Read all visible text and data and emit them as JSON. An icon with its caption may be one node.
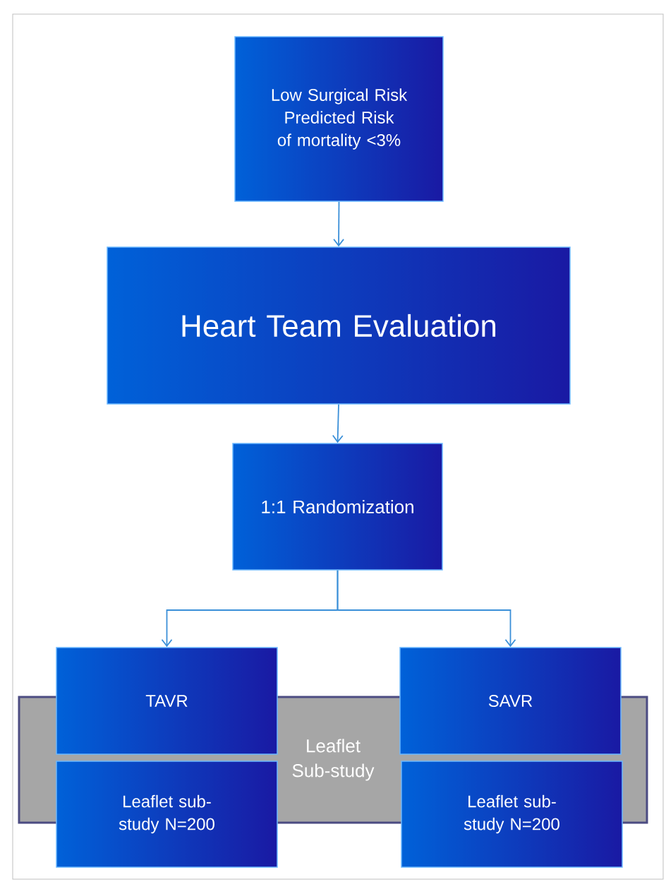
{
  "diagram": {
    "nodes": [
      {
        "text": [
          "Low Surgical Risk Predicted Risk of mortality <3%"
        ]
      },
      {
        "text": [
          "Heart Team Evaluation"
        ]
      },
      {
        "text": [
          "1:1 Randomization"
        ]
      },
      {
        "text": [
          "Leaflet Sub-study"
        ]
      },
      {
        "text": [
          "TAVR"
        ]
      },
      {
        "text": [
          "SAVR"
        ]
      },
      {
        "text": [
          "Leaflet sub-study N=200"
        ]
      },
      {
        "text": [
          "Leaflet sub-study N=200"
        ]
      }
    ],
    "edges": [
      {
        "from": 0,
        "to": 1,
        "arrow": "to"
      },
      {
        "from": 1,
        "to": 2,
        "arrow": "to"
      },
      {
        "from": 2,
        "to": 4,
        "arrow": "to"
      },
      {
        "from": 2,
        "to": 5,
        "arrow": "to"
      }
    ]
  }
}
